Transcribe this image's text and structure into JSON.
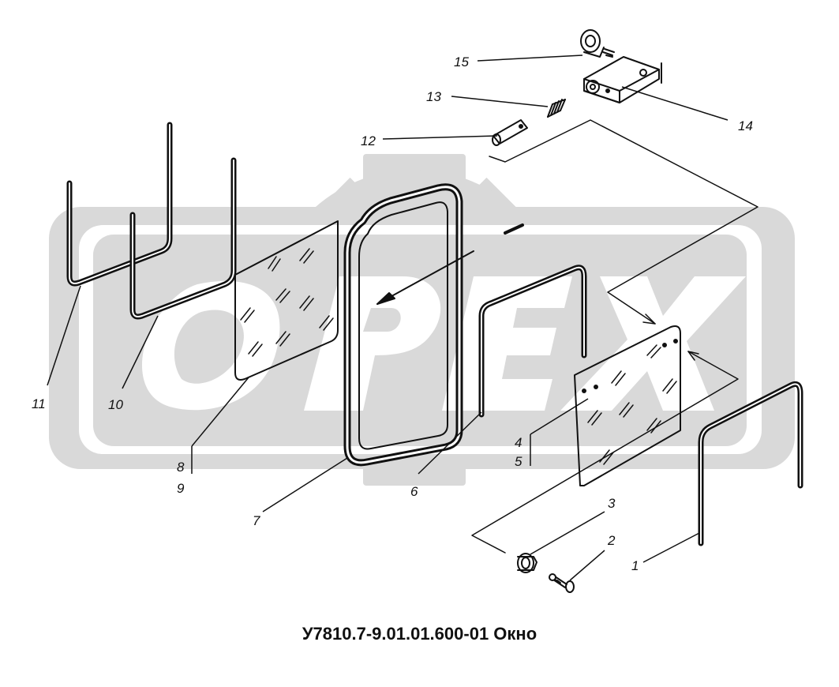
{
  "diagram": {
    "title": "У7810.7-9.01.01.600-01 Окно",
    "watermark": {
      "text": "OPEX",
      "color": "#d9d9d9"
    },
    "line_color": "#111111",
    "callouts": [
      {
        "id": "c1",
        "label": "1"
      },
      {
        "id": "c2",
        "label": "2"
      },
      {
        "id": "c3",
        "label": "3"
      },
      {
        "id": "c4",
        "label": "4"
      },
      {
        "id": "c5",
        "label": "5"
      },
      {
        "id": "c6",
        "label": "6"
      },
      {
        "id": "c7",
        "label": "7"
      },
      {
        "id": "c8",
        "label": "8"
      },
      {
        "id": "c9",
        "label": "9"
      },
      {
        "id": "c10",
        "label": "10"
      },
      {
        "id": "c11",
        "label": "11"
      },
      {
        "id": "c12",
        "label": "12"
      },
      {
        "id": "c13",
        "label": "13"
      },
      {
        "id": "c14",
        "label": "14"
      },
      {
        "id": "c15",
        "label": "15"
      }
    ]
  }
}
